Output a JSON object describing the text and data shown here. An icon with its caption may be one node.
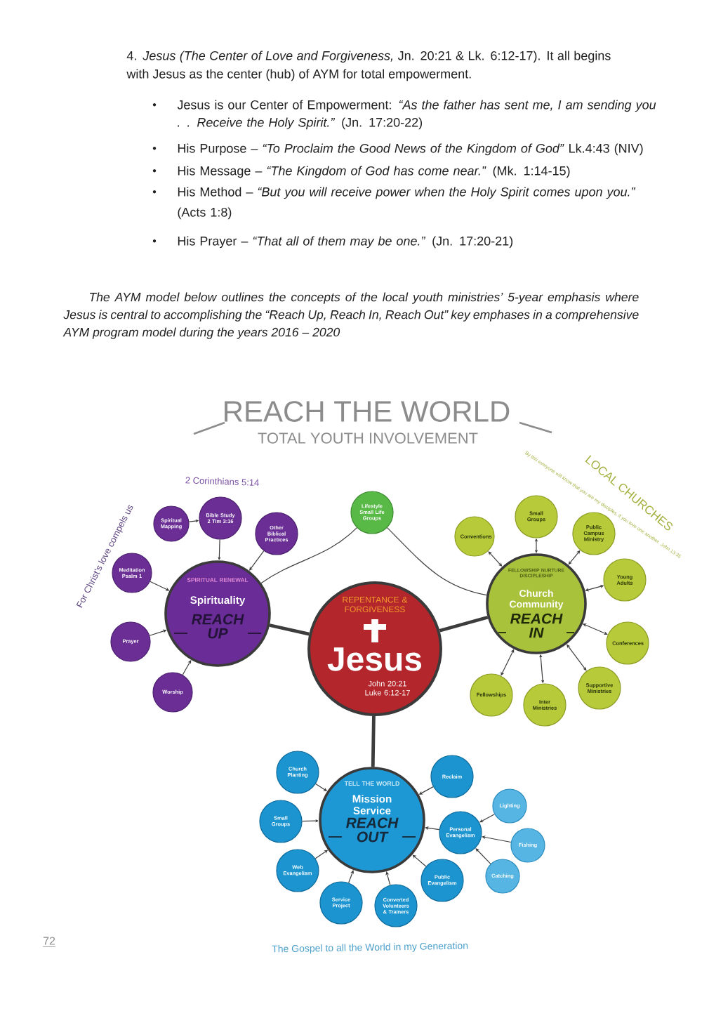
{
  "diagram": {
    "title": "REACH THE WORLD",
    "nodes": [
      {
        "text": [
          "SPIRITUAL RENEWAL",
          "Spirituality",
          "REACH UP"
        ]
      },
      {
        "text": [
          "Spiritual Mapping"
        ]
      },
      {
        "text": [
          "Bible Study 2 Tim 3:16"
        ]
      },
      {
        "text": [
          "Other Biblical Practices"
        ]
      },
      {
        "text": [
          "Meditation Psalm 1"
        ]
      },
      {
        "text": [
          "Prayer"
        ]
      },
      {
        "text": [
          "Worship"
        ]
      },
      {
        "text": [
          "Lifestyle Small Life Groups"
        ]
      },
      {
        "text": [
          "REPENTANCE & FORGIVENESS",
          "Jesus",
          "John 20:21 Luke 6:12-17"
        ]
      },
      {
        "text": [
          "FELLOWSHIP NURTURE DISCIPLESHIP",
          "Church Community",
          "REACH IN"
        ]
      },
      {
        "text": [
          "Conventions"
        ]
      },
      {
        "text": [
          "Small Groups"
        ]
      },
      {
        "text": [
          "Public Campus Ministry"
        ]
      },
      {
        "text": [
          "Young Adults"
        ]
      },
      {
        "text": [
          "Conferences"
        ]
      },
      {
        "text": [
          "Supportive Ministries"
        ]
      },
      {
        "text": [
          "Inter Ministries"
        ]
      },
      {
        "text": [
          "Fellowships"
        ]
      },
      {
        "text": [
          "TELL THE WORLD",
          "Mission Service",
          "REACH OUT"
        ]
      },
      {
        "text": [
          "Church Planting"
        ]
      },
      {
        "text": [
          "Small Groups"
        ]
      },
      {
        "text": [
          "Web Evangelism"
        ]
      },
      {
        "text": [
          "Service Project"
        ]
      },
      {
        "text": [
          "Converted Volunteers & Trainers"
        ]
      },
      {
        "text": [
          "Reclaim"
        ]
      },
      {
        "text": [
          "Personal Evangelism"
        ]
      },
      {
        "text": [
          "Public Evangelism"
        ]
      },
      {
        "text": [
          "Lighting"
        ]
      },
      {
        "text": [
          "Fishing"
        ]
      },
      {
        "text": [
          "Catching"
        ]
      }
    ],
    "edges": [
      {
        "from": 8,
        "to": 0,
        "arrow": "none",
        "style": "thick"
      },
      {
        "from": 8,
        "to": 9,
        "arrow": "none",
        "style": "thick"
      },
      {
        "from": 8,
        "to": 18,
        "arrow": "none",
        "style": "thick"
      },
      {
        "from": 1,
        "to": 2,
        "arrow": "to"
      },
      {
        "from": 2,
        "to": 0,
        "arrow": "to"
      },
      {
        "from": 3,
        "to": 0,
        "arrow": "to"
      },
      {
        "from": 4,
        "to": 0,
        "arrow": "to"
      },
      {
        "from": 5,
        "to": 0,
        "arrow": "to"
      },
      {
        "from": 6,
        "to": 0,
        "arrow": "to"
      },
      {
        "from": 0,
        "to": 7,
        "arrow": "none"
      },
      {
        "from": 7,
        "to": 9,
        "arrow": "none"
      },
      {
        "from": 10,
        "to": 9,
        "arrow": "both"
      },
      {
        "from": 11,
        "to": 9,
        "arrow": "both"
      },
      {
        "from": 12,
        "to": 9,
        "arrow": "both"
      },
      {
        "from": 13,
        "to": 9,
        "arrow": "both"
      },
      {
        "from": 14,
        "to": 9,
        "arrow": "both"
      },
      {
        "from": 15,
        "to": 9,
        "arrow": "both"
      },
      {
        "from": 16,
        "to": 9,
        "arrow": "both"
      },
      {
        "from": 17,
        "to": 9,
        "arrow": "both"
      },
      {
        "from": 19,
        "to": 18,
        "arrow": "to"
      },
      {
        "from": 20,
        "to": 18,
        "arrow": "to"
      },
      {
        "from": 21,
        "to": 18,
        "arrow": "to"
      },
      {
        "from": 22,
        "to": 18,
        "arrow": "to"
      },
      {
        "from": 23,
        "to": 18,
        "arrow": "to"
      },
      {
        "from": 24,
        "to": 18,
        "arrow": "to"
      },
      {
        "from": 25,
        "to": 18,
        "arrow": "to"
      },
      {
        "from": 26,
        "to": 18,
        "arrow": "to"
      },
      {
        "from": 27,
        "to": 25,
        "arrow": "to"
      },
      {
        "from": 28,
        "to": 25,
        "arrow": "to"
      },
      {
        "from": 29,
        "to": 25,
        "arrow": "to"
      }
    ],
    "labels": [
      "4. *Jesus (The Center of Love and Forgiveness,* Jn. 20:21 & Lk. 6:12-17). It all begins with Jesus as the center (hub) of AYM for total empowerment.",
      "Jesus is our Center of Empowerment: *“As the father has sent me, I am sending you . . Receive the Holy Spirit.”* (Jn. 17:20-22)",
      "His Purpose – *“To Proclaim the Good News of the Kingdom of God”* Lk.4:43 (NIV)",
      "His Message – *“The Kingdom of God has come near.”* (Mk. 1:14-15)",
      "His Method – *“But you will receive power when the Holy Spirit comes upon you.”* (Acts 1:8)",
      "His Prayer – *“That all of them may be one.”* (Jn. 17:20-21)",
      "The AYM model below outlines the concepts of the local youth ministries’ 5-year emphasis where Jesus is central to accomplishing the “Reach Up, Reach In, Reach Out” key emphases in a comprehensive AYM program model during the years 2016 – 2020",
      "TOTAL YOUTH INVOLVEMENT",
      "2 Corinthians 5:14",
      "For Christ's love compels us",
      "LOCAL CHURCHES",
      "By this everyone will know that you are my disciples, if you love one another. John 13:35",
      "The Gospel to all the World in my Generation",
      "72"
    ]
  }
}
